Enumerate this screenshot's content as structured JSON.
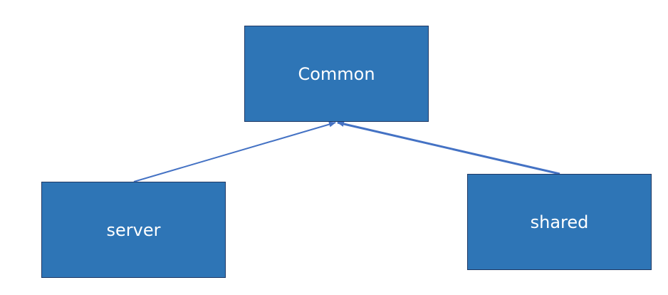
{
  "diagram": {
    "nodes": [
      {
        "id": "common",
        "label": "Common"
      },
      {
        "id": "server",
        "label": "server"
      },
      {
        "id": "shared",
        "label": "shared"
      }
    ],
    "edges": [
      {
        "from": "server",
        "to": "common"
      },
      {
        "from": "shared",
        "to": "common"
      }
    ],
    "colors": {
      "node_fill": "#2e75b6",
      "node_border": "#1f3864",
      "node_text": "#ffffff",
      "edge": "#4472c4"
    }
  }
}
